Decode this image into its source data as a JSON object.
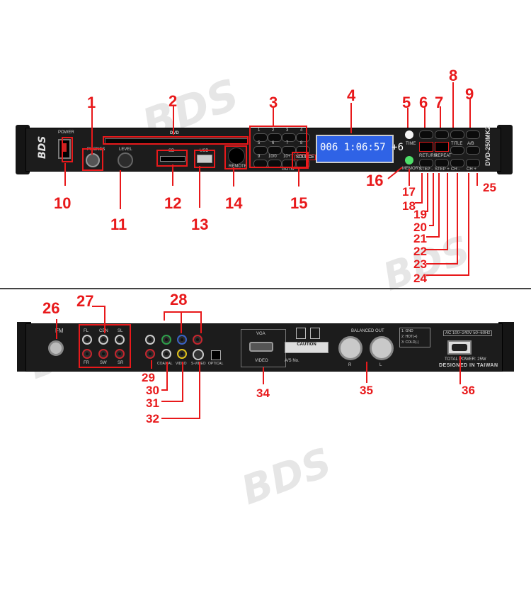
{
  "watermark": "BDS",
  "front": {
    "brand": "BDS",
    "model": "DVD-250MK2",
    "power_label": "POWER",
    "phones_label": "PHONES",
    "level_label": "LEVEL",
    "dvd_label": "DVD",
    "sd_label": "SD",
    "usb_label": "USB",
    "remote_label": "REMOTE",
    "source_label": "SOURCE",
    "goto_label": "GOTO",
    "display_text": "006 1:06:57 +6",
    "keypad": [
      "1",
      "2",
      "3",
      "4",
      "5",
      "6",
      "7",
      "8",
      "9",
      "10/0",
      "10+"
    ],
    "buttons": {
      "time": "TIME",
      "memory": "MEMORY",
      "return": "RETURN",
      "repeat": "REPEAT",
      "step_minus": "STEP -",
      "step_plus": "STEP +",
      "title": "TITLE",
      "ab": "A/B",
      "ch_minus": "CH -",
      "ch_plus": "CH +"
    }
  },
  "rear": {
    "fm_label": "FM",
    "fl": "FL",
    "cen": "CEN",
    "sl": "SL",
    "fr": "FR",
    "sw": "SW",
    "sr": "SR",
    "coaxial": "COAXIAL",
    "video": "VIDEO",
    "svideo": "S-VIDEO",
    "optical": "OPTICAL",
    "vga": "VGA",
    "vga_video": "VIDEO",
    "caution": "CAUTION",
    "as_no": "A/S No.",
    "balanced_out": "BALANCED OUT",
    "xlr_r": "R",
    "xlr_l": "L",
    "pins": [
      "1: GND",
      "2: HOT(+)",
      "3: COLD(-)"
    ],
    "ac": "AC 100~240V 50~60Hz",
    "total_power": "TOTAL POWER: 25W",
    "designed": "DESIGNED IN TAIWAN"
  },
  "callouts": [
    "1",
    "2",
    "3",
    "4",
    "5",
    "6",
    "7",
    "8",
    "9",
    "10",
    "11",
    "12",
    "13",
    "14",
    "15",
    "16",
    "17",
    "18",
    "19",
    "20",
    "21",
    "22",
    "23",
    "24",
    "25",
    "26",
    "27",
    "28",
    "29",
    "30",
    "31",
    "32",
    "34",
    "35",
    "36"
  ]
}
